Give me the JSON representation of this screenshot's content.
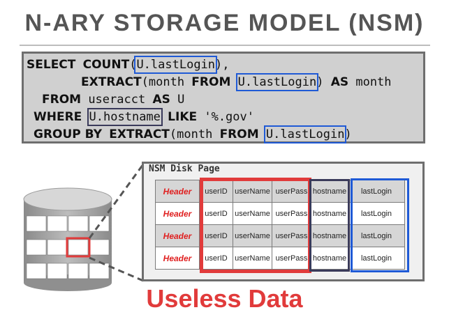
{
  "title": "N-ARY STORAGE MODEL (NSM)",
  "sql": {
    "l1_kw1": "SELECT",
    "l1_fn": "COUNT",
    "l1_open": "(",
    "l1_col": "U.lastLogin",
    "l1_close": "),",
    "l2_kw1": "EXTRACT",
    "l2_a": "(month ",
    "l2_kw2": "FROM",
    "l2_col": "U.lastLogin",
    "l2_b": ") ",
    "l2_kw3": "AS",
    "l2_c": " month",
    "l3_kw1": "FROM",
    "l3_a": " useracct ",
    "l3_kw2": "AS",
    "l3_b": " U",
    "l4_kw1": "WHERE",
    "l4_col": "U.hostname",
    "l4_kw2": "LIKE",
    "l4_a": " '%.gov'",
    "l5_kw1": "GROUP BY",
    "l5_kw2": "EXTRACT",
    "l5_a": "(month ",
    "l5_kw3": "FROM",
    "l5_col": "U.lastLogin",
    "l5_b": ")"
  },
  "page_label": "NSM Disk Page",
  "columns": [
    "Header",
    "userID",
    "userName",
    "userPass",
    "hostname",
    "lastLogin"
  ],
  "rows": [
    {
      "header": "Header",
      "userID": "userID",
      "userName": "userName",
      "userPass": "userPass",
      "hostname": "hostname",
      "lastLogin": "lastLogin"
    },
    {
      "header": "Header",
      "userID": "userID",
      "userName": "userName",
      "userPass": "userPass",
      "hostname": "hostname",
      "lastLogin": "lastLogin"
    },
    {
      "header": "Header",
      "userID": "userID",
      "userName": "userName",
      "userPass": "userPass",
      "hostname": "hostname",
      "lastLogin": "lastLogin"
    },
    {
      "header": "Header",
      "userID": "userID",
      "userName": "userName",
      "userPass": "userPass",
      "hostname": "hostname",
      "lastLogin": "lastLogin"
    }
  ],
  "caption": "Useless Data",
  "colors": {
    "red": "#e13b3b",
    "blue": "#1f5ad6",
    "dark": "#3a3a5a"
  },
  "icons": {
    "database": "database-icon"
  }
}
